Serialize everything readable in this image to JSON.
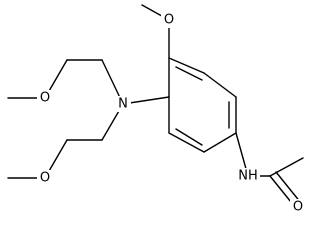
{
  "molecule": {
    "atoms": {
      "methoxy_top_o": "O",
      "amine_n": "N",
      "upper_chain_o": "O",
      "lower_chain_o": "O",
      "amide_nh": "NH",
      "carbonyl_o": "O"
    },
    "colors": {
      "bond": "#000000",
      "label": "#000000",
      "background": "#ffffff"
    }
  }
}
